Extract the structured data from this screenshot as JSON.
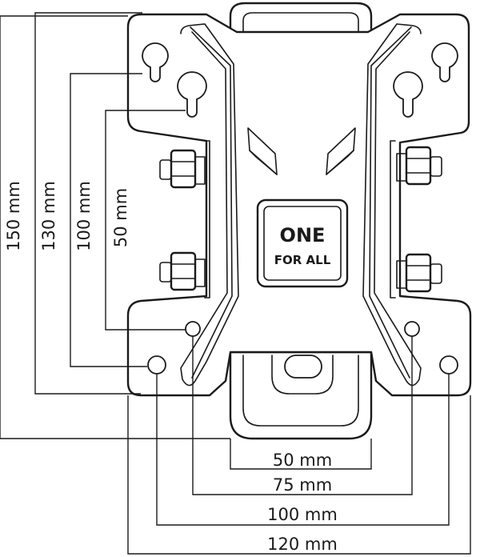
{
  "vertical_dimensions": [
    {
      "id": "v150",
      "label": "150 mm"
    },
    {
      "id": "v130",
      "label": "130 mm"
    },
    {
      "id": "v100",
      "label": "100 mm"
    },
    {
      "id": "v50",
      "label": "50 mm"
    }
  ],
  "horizontal_dimensions": [
    {
      "id": "h50",
      "label": "50 mm"
    },
    {
      "id": "h75",
      "label": "75 mm"
    },
    {
      "id": "h100",
      "label": "100 mm"
    },
    {
      "id": "h120",
      "label": "120 mm"
    }
  ],
  "logo": {
    "line1": "ONE",
    "line2": "FOR ALL"
  }
}
